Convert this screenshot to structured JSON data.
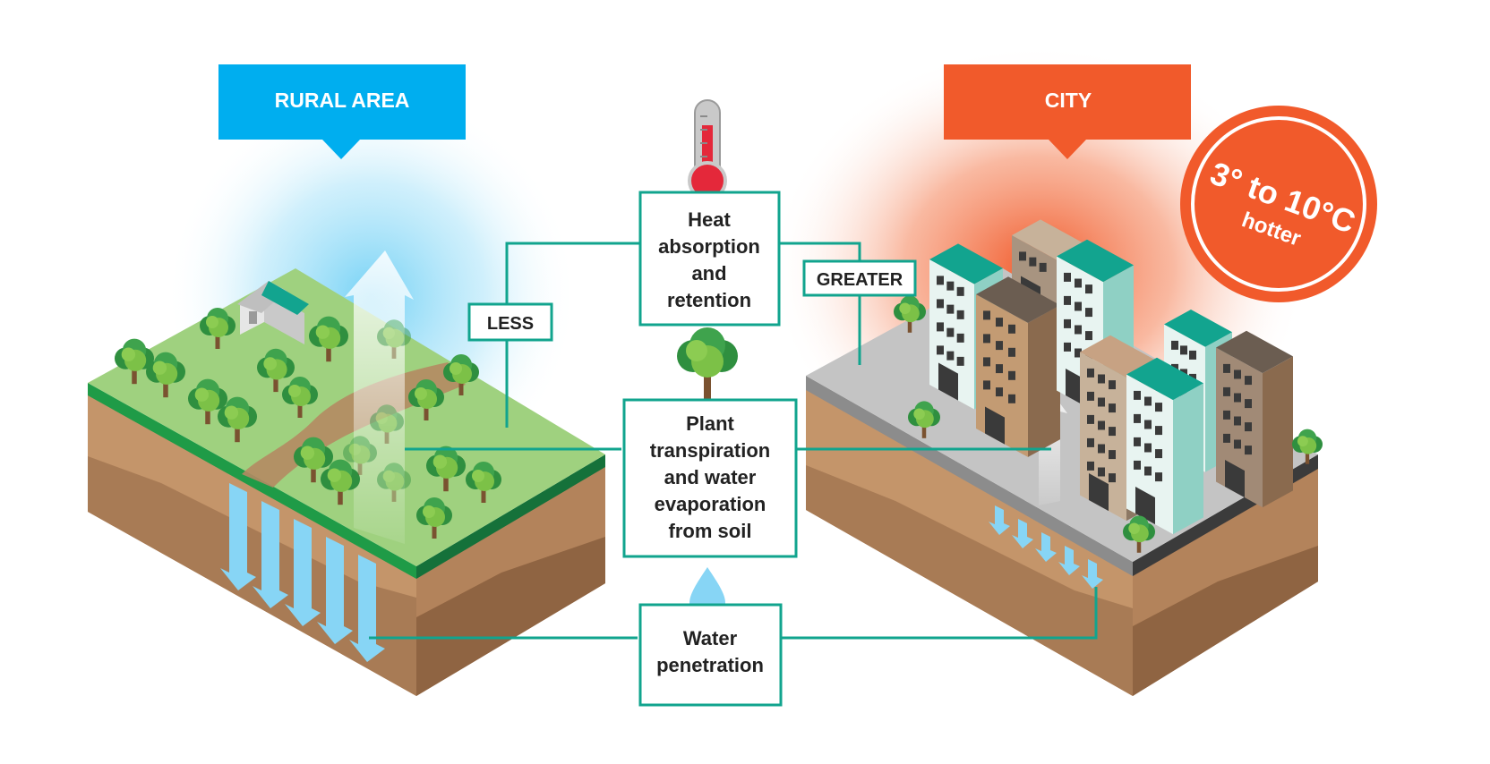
{
  "rural": {
    "title": "RURAL AREA",
    "color": "#00AEEF"
  },
  "city": {
    "title": "CITY",
    "color": "#F15A2B"
  },
  "badge": {
    "line1": "3° to 10°C",
    "line2": "hotter",
    "color": "#F15A2B"
  },
  "connector_color": "#11A48E",
  "heat": {
    "lines": [
      "Heat",
      "absorption",
      "and",
      "retention"
    ],
    "less": "LESS",
    "greater": "GREATER"
  },
  "plant": {
    "lines": [
      "Plant",
      "transpiration",
      "and water",
      "evaporation",
      "from soil"
    ]
  },
  "water": {
    "lines": [
      "Water",
      "penetration"
    ]
  }
}
